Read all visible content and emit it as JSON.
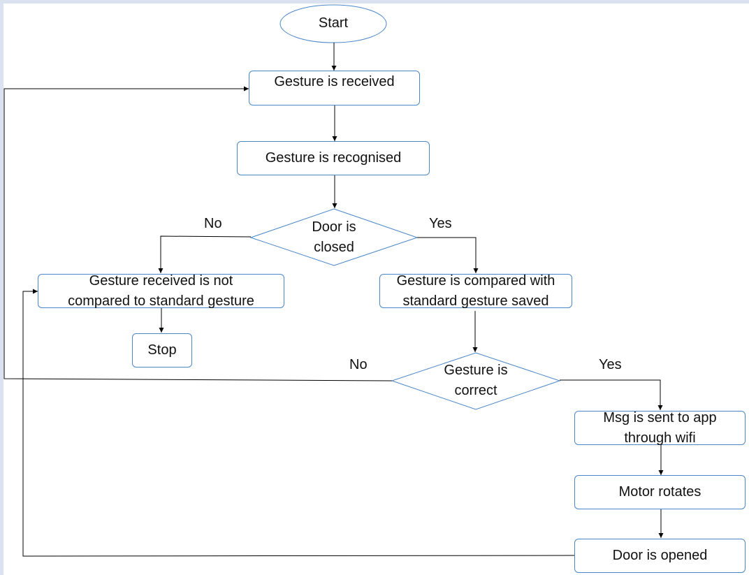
{
  "flowchart": {
    "start": "Start",
    "gesture_received": "Gesture is received",
    "gesture_recognised": "Gesture is recognised",
    "door_closed_decision": "Door is\nclosed",
    "not_compared": "Gesture received is not\ncompared to standard gesture",
    "stop": "Stop",
    "compared": "Gesture is compared with\nstandard gesture saved",
    "gesture_correct_decision": "Gesture is\ncorrect",
    "msg_sent": "Msg is sent to app\nthrough wifi",
    "motor_rotates": "Motor rotates",
    "door_opened": "Door is opened",
    "labels": {
      "door_no": "No",
      "door_yes": "Yes",
      "correct_no": "No",
      "correct_yes": "Yes"
    }
  },
  "colors": {
    "shape_border": "#4a86c8",
    "arrow": "#000000",
    "frame": "#d9e2ee"
  }
}
